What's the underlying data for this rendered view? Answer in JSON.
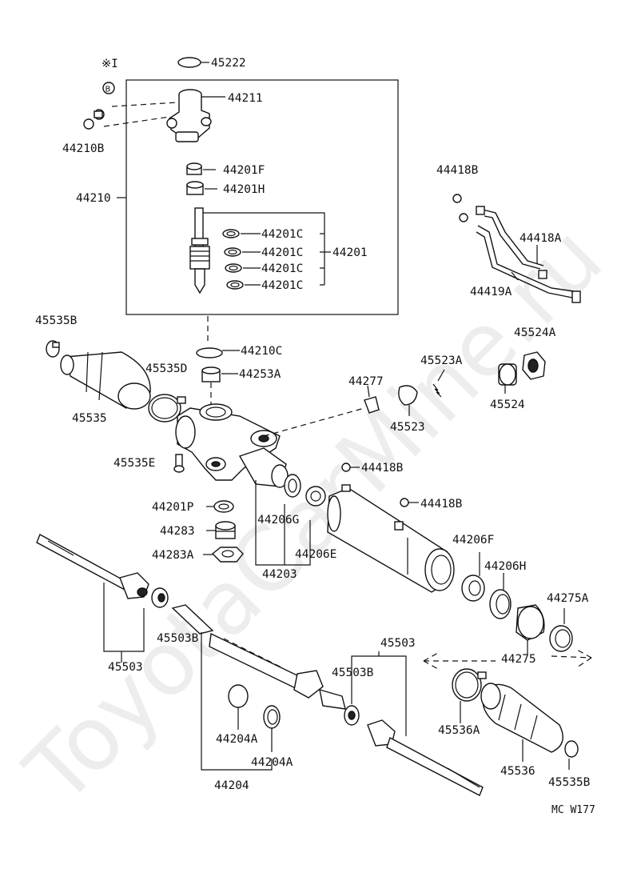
{
  "diagram": {
    "code": "MC W177",
    "watermark": "ToyotaCarMine.ru",
    "asterisk_note": "※I",
    "labels": {
      "l45222": "45222",
      "l44211": "44211",
      "l44210B": "44210B",
      "l44201F": "44201F",
      "l44201H": "44201H",
      "l44210": "44210",
      "l44201C_1": "44201C",
      "l44201C_2": "44201C",
      "l44201C_3": "44201C",
      "l44201C_4": "44201C",
      "l44201": "44201",
      "l44418B_top": "44418B",
      "l44418A": "44418A",
      "l44419A": "44419A",
      "l45535B_left": "45535B",
      "l44210C": "44210C",
      "l44253A": "44253A",
      "l45535D": "45535D",
      "l45535": "45535",
      "l44277": "44277",
      "l45523A": "45523A",
      "l45523": "45523",
      "l45524A": "45524A",
      "l45524": "45524",
      "l45535E": "45535E",
      "l44418B_mid": "44418B",
      "l44418B_low": "44418B",
      "l44201P": "44201P",
      "l44283": "44283",
      "l44283A": "44283A",
      "l44206G": "44206G",
      "l44206E": "44206E",
      "l44203": "44203",
      "l44206F": "44206F",
      "l44206H": "44206H",
      "l44275A": "44275A",
      "l44275": "44275",
      "l45503B_left": "45503B",
      "l45503_left": "45503",
      "l45503_right": "45503",
      "l45503B_right": "45503B",
      "l45536A": "45536A",
      "l45536": "45536",
      "l45535B_right": "45535B",
      "l44204A_1": "44204A",
      "l44204A_2": "44204A",
      "l44204": "44204"
    }
  }
}
